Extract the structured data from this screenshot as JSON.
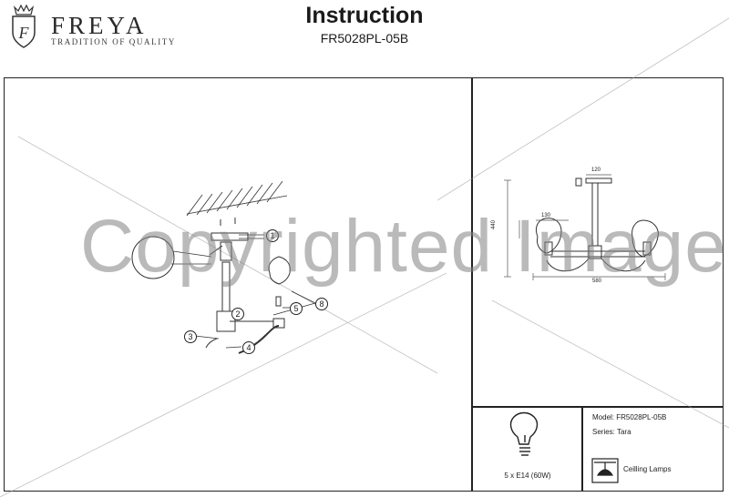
{
  "brand": {
    "name": "FREYA",
    "tagline": "TRADITION OF QUALITY",
    "crest_letter": "F"
  },
  "header": {
    "title": "Instruction",
    "subtitle": "FR5028PL-05B"
  },
  "specs": {
    "model": "Model: FR5028PL-05B",
    "series": "Series: Tara",
    "bulb": "5 x E14 (60W)",
    "category": "Ceilling Lamps"
  },
  "dimensions": {
    "top_width": "120",
    "height": "440",
    "shade_width": "130",
    "total_width": "580"
  },
  "callouts": [
    "1",
    "2",
    "3",
    "4",
    "5",
    "8"
  ],
  "watermark": "Copyrighted Image",
  "colors": {
    "line": "#222222",
    "watermark": "#8a8a8a"
  }
}
